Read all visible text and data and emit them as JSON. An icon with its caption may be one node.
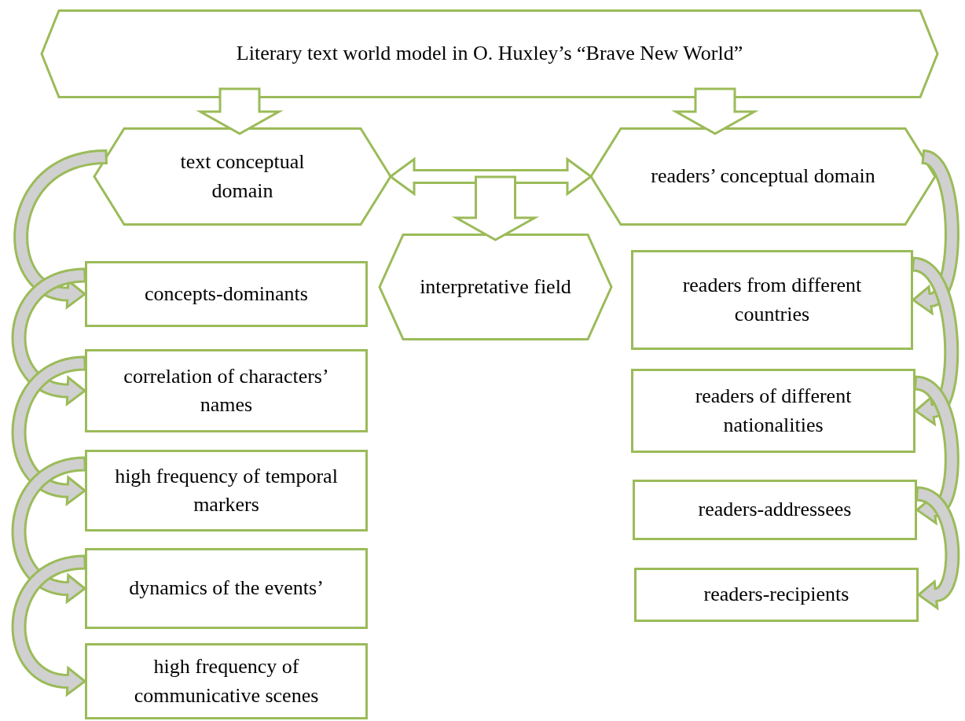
{
  "diagram": {
    "nodes": [
      {
        "text": [
          "Literary text world model in O. Huxley’s “Brave New World”"
        ]
      },
      {
        "text": [
          "text conceptual domain"
        ]
      },
      {
        "text": [
          "readers’ conceptual domain"
        ]
      },
      {
        "text": [
          "interpretative field"
        ]
      },
      {
        "text": [
          "concepts-dominants"
        ]
      },
      {
        "text": [
          "correlation of characters’ names"
        ]
      },
      {
        "text": [
          "high frequency of temporal markers"
        ]
      },
      {
        "text": [
          "dynamics of the events’"
        ]
      },
      {
        "text": [
          "high frequency of communicative scenes"
        ]
      },
      {
        "text": [
          "readers from different countries"
        ]
      },
      {
        "text": [
          "readers of different nationalities"
        ]
      },
      {
        "text": [
          "readers-addressees"
        ]
      },
      {
        "text": [
          "readers-recipients"
        ]
      }
    ],
    "edges": [
      {
        "from": 0,
        "to": 1,
        "arrow": "to"
      },
      {
        "from": 0,
        "to": 2,
        "arrow": "to"
      },
      {
        "from": 1,
        "to": 2,
        "arrow": "both"
      },
      {
        "from": null,
        "to": 3,
        "arrow": "to"
      },
      {
        "from": 1,
        "to": 4,
        "arrow": "to"
      },
      {
        "from": 4,
        "to": 5,
        "arrow": "to"
      },
      {
        "from": 5,
        "to": 6,
        "arrow": "to"
      },
      {
        "from": 6,
        "to": 7,
        "arrow": "to"
      },
      {
        "from": 7,
        "to": 8,
        "arrow": "to"
      },
      {
        "from": 2,
        "to": 9,
        "arrow": "to"
      },
      {
        "from": 9,
        "to": 10,
        "arrow": "to"
      },
      {
        "from": 10,
        "to": 11,
        "arrow": "to"
      },
      {
        "from": 11,
        "to": 12,
        "arrow": "to"
      }
    ]
  }
}
